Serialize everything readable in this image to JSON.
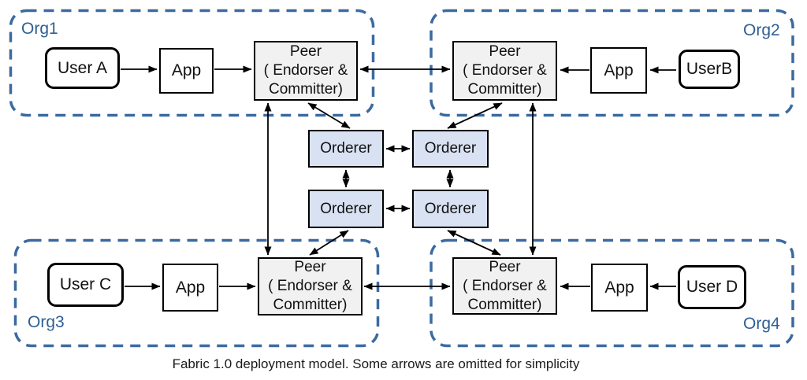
{
  "caption": "Fabric 1.0 deployment model. Some arrows are omitted for simplicity",
  "colors": {
    "org_outline": "#3b6aa0",
    "org_label_text": "#2f5f93",
    "peer_fill": "#f1f1f1",
    "orderer_fill": "#d9e2f3",
    "box_border": "#000000",
    "arrow": "#000000",
    "background": "#ffffff"
  },
  "orgs": [
    {
      "label": "Org1",
      "user": "User A",
      "app": "App"
    },
    {
      "label": "Org2",
      "user": "UserB",
      "app": "App"
    },
    {
      "label": "Org3",
      "user": "User C",
      "app": "App"
    },
    {
      "label": "Org4",
      "user": "User D",
      "app": "App"
    }
  ],
  "peer_lines": [
    "Peer",
    "( Endorser &",
    "Committer)"
  ],
  "orderer_label": "Orderer"
}
